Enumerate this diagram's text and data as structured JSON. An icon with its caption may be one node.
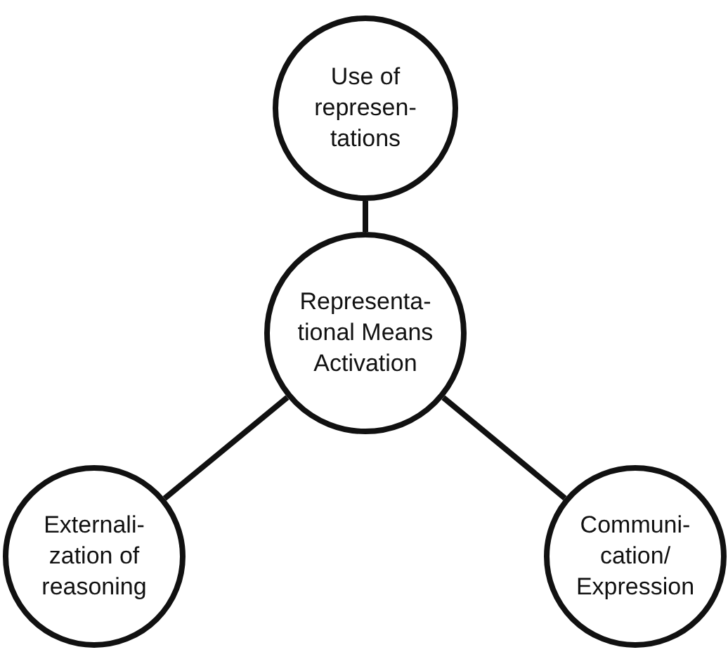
{
  "diagram": {
    "nodes": [
      {
        "text": [
          "Use of represen-tations"
        ]
      },
      {
        "text": [
          "Representa-tional Means Activation"
        ]
      },
      {
        "text": [
          "Externali-zation of reasoning"
        ]
      },
      {
        "text": [
          "Communi-cation/ Expression"
        ]
      }
    ],
    "edges": [
      {
        "from": 1,
        "to": 0,
        "arrow": "none"
      },
      {
        "from": 1,
        "to": 2,
        "arrow": "none"
      },
      {
        "from": 1,
        "to": 3,
        "arrow": "none"
      }
    ]
  }
}
